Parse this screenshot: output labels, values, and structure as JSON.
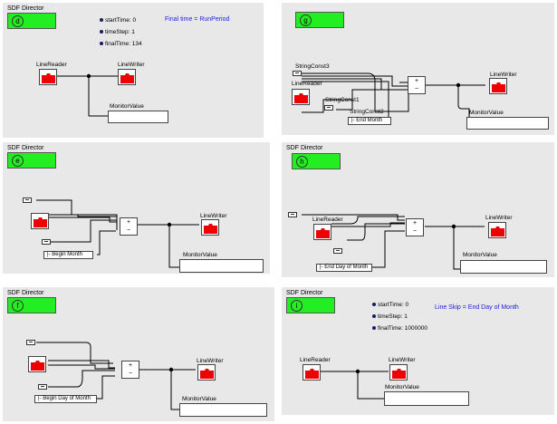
{
  "panels": {
    "d": {
      "director_label": "SDF Director",
      "letter": "d",
      "params": [
        "startTime: 0",
        "timeStep: 1",
        "finalTime: 134"
      ],
      "annotation": "Final time = RunPeriod",
      "reader_label": "LineReader",
      "writer_label": "LineWriter",
      "monitor_label": "MonitorValue"
    },
    "g": {
      "director_label": "",
      "letter": "g",
      "const3_label": "StringConst3",
      "reader_label": "LineReader",
      "const1_label": "StringConst1",
      "const2_label": "StringConst2",
      "const2_value": "|- End Month",
      "adder_plus": "+",
      "adder_minus": "−",
      "writer_label": "LineWriter",
      "monitor_label": "MonitorValue"
    },
    "e": {
      "director_label": "SDF Director",
      "letter": "e",
      "str_value": "|- Begin Month",
      "adder_plus": "+",
      "adder_minus": "−",
      "writer_label": "LineWriter",
      "monitor_label": "MonitorValue"
    },
    "h": {
      "director_label": "SDF Director",
      "letter": "h",
      "reader_label": "LineReader",
      "str_value": "|- End Day of Month",
      "adder_plus": "+",
      "adder_minus": "−",
      "writer_label": "LineWriter",
      "monitor_label": "MonitorValue"
    },
    "f": {
      "director_label": "SDF Director",
      "letter": "f",
      "str_value": "|- Begin Day of Month",
      "adder_plus": "+",
      "adder_minus": "−",
      "writer_label": "LineWriter",
      "monitor_label": "MonitorValue"
    },
    "i": {
      "director_label": "SDF Director",
      "letter": "i",
      "params": [
        "startTime: 0",
        "timeStep: 1",
        "finalTime: 1000000"
      ],
      "annotation": "Line Skip = End Day of Month",
      "reader_label": "LineReader",
      "writer_label": "LineWriter",
      "monitor_label": "MonitorValue"
    }
  },
  "colors": {
    "panel_bg": "#e8e8e8",
    "director_green": "#22ee22",
    "annotation_blue": "#2222dd",
    "actor_icon_red": "#ee0000"
  }
}
